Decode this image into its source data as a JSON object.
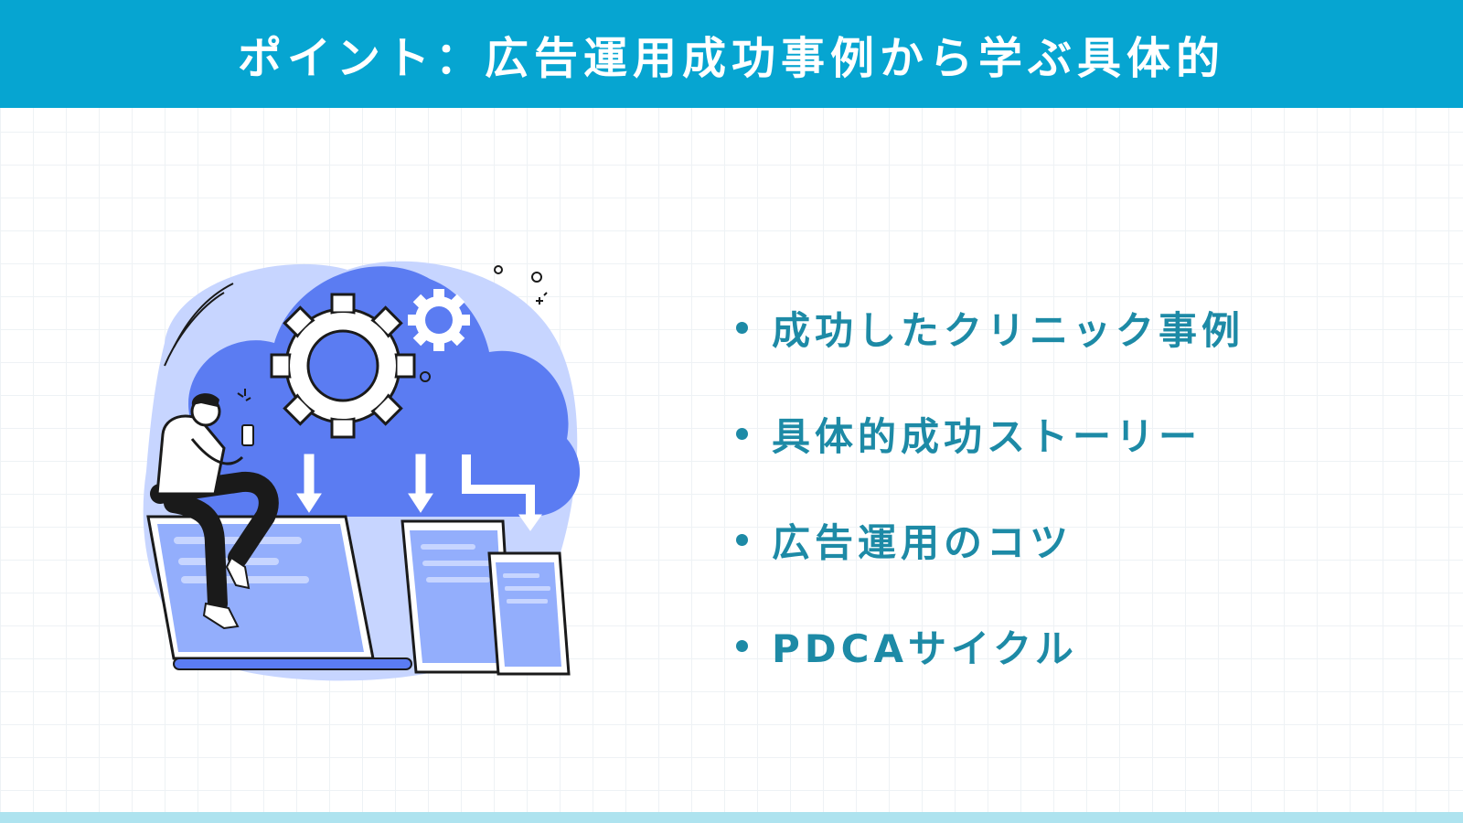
{
  "header": {
    "title": "ポイント：広告運用成功事例から学ぶ具体的"
  },
  "points": [
    {
      "label": "成功したクリニック事例"
    },
    {
      "label": "具体的成功ストーリー"
    },
    {
      "label": "広告運用のコツ"
    },
    {
      "label": "PDCAサイクル"
    }
  ],
  "colors": {
    "header_bg": "#06a5d1",
    "accent_text": "#1d8aa6",
    "illustration_blue": "#5b7cf2",
    "illustration_light": "#c7d5ff",
    "footer_band": "#aee3ef"
  }
}
